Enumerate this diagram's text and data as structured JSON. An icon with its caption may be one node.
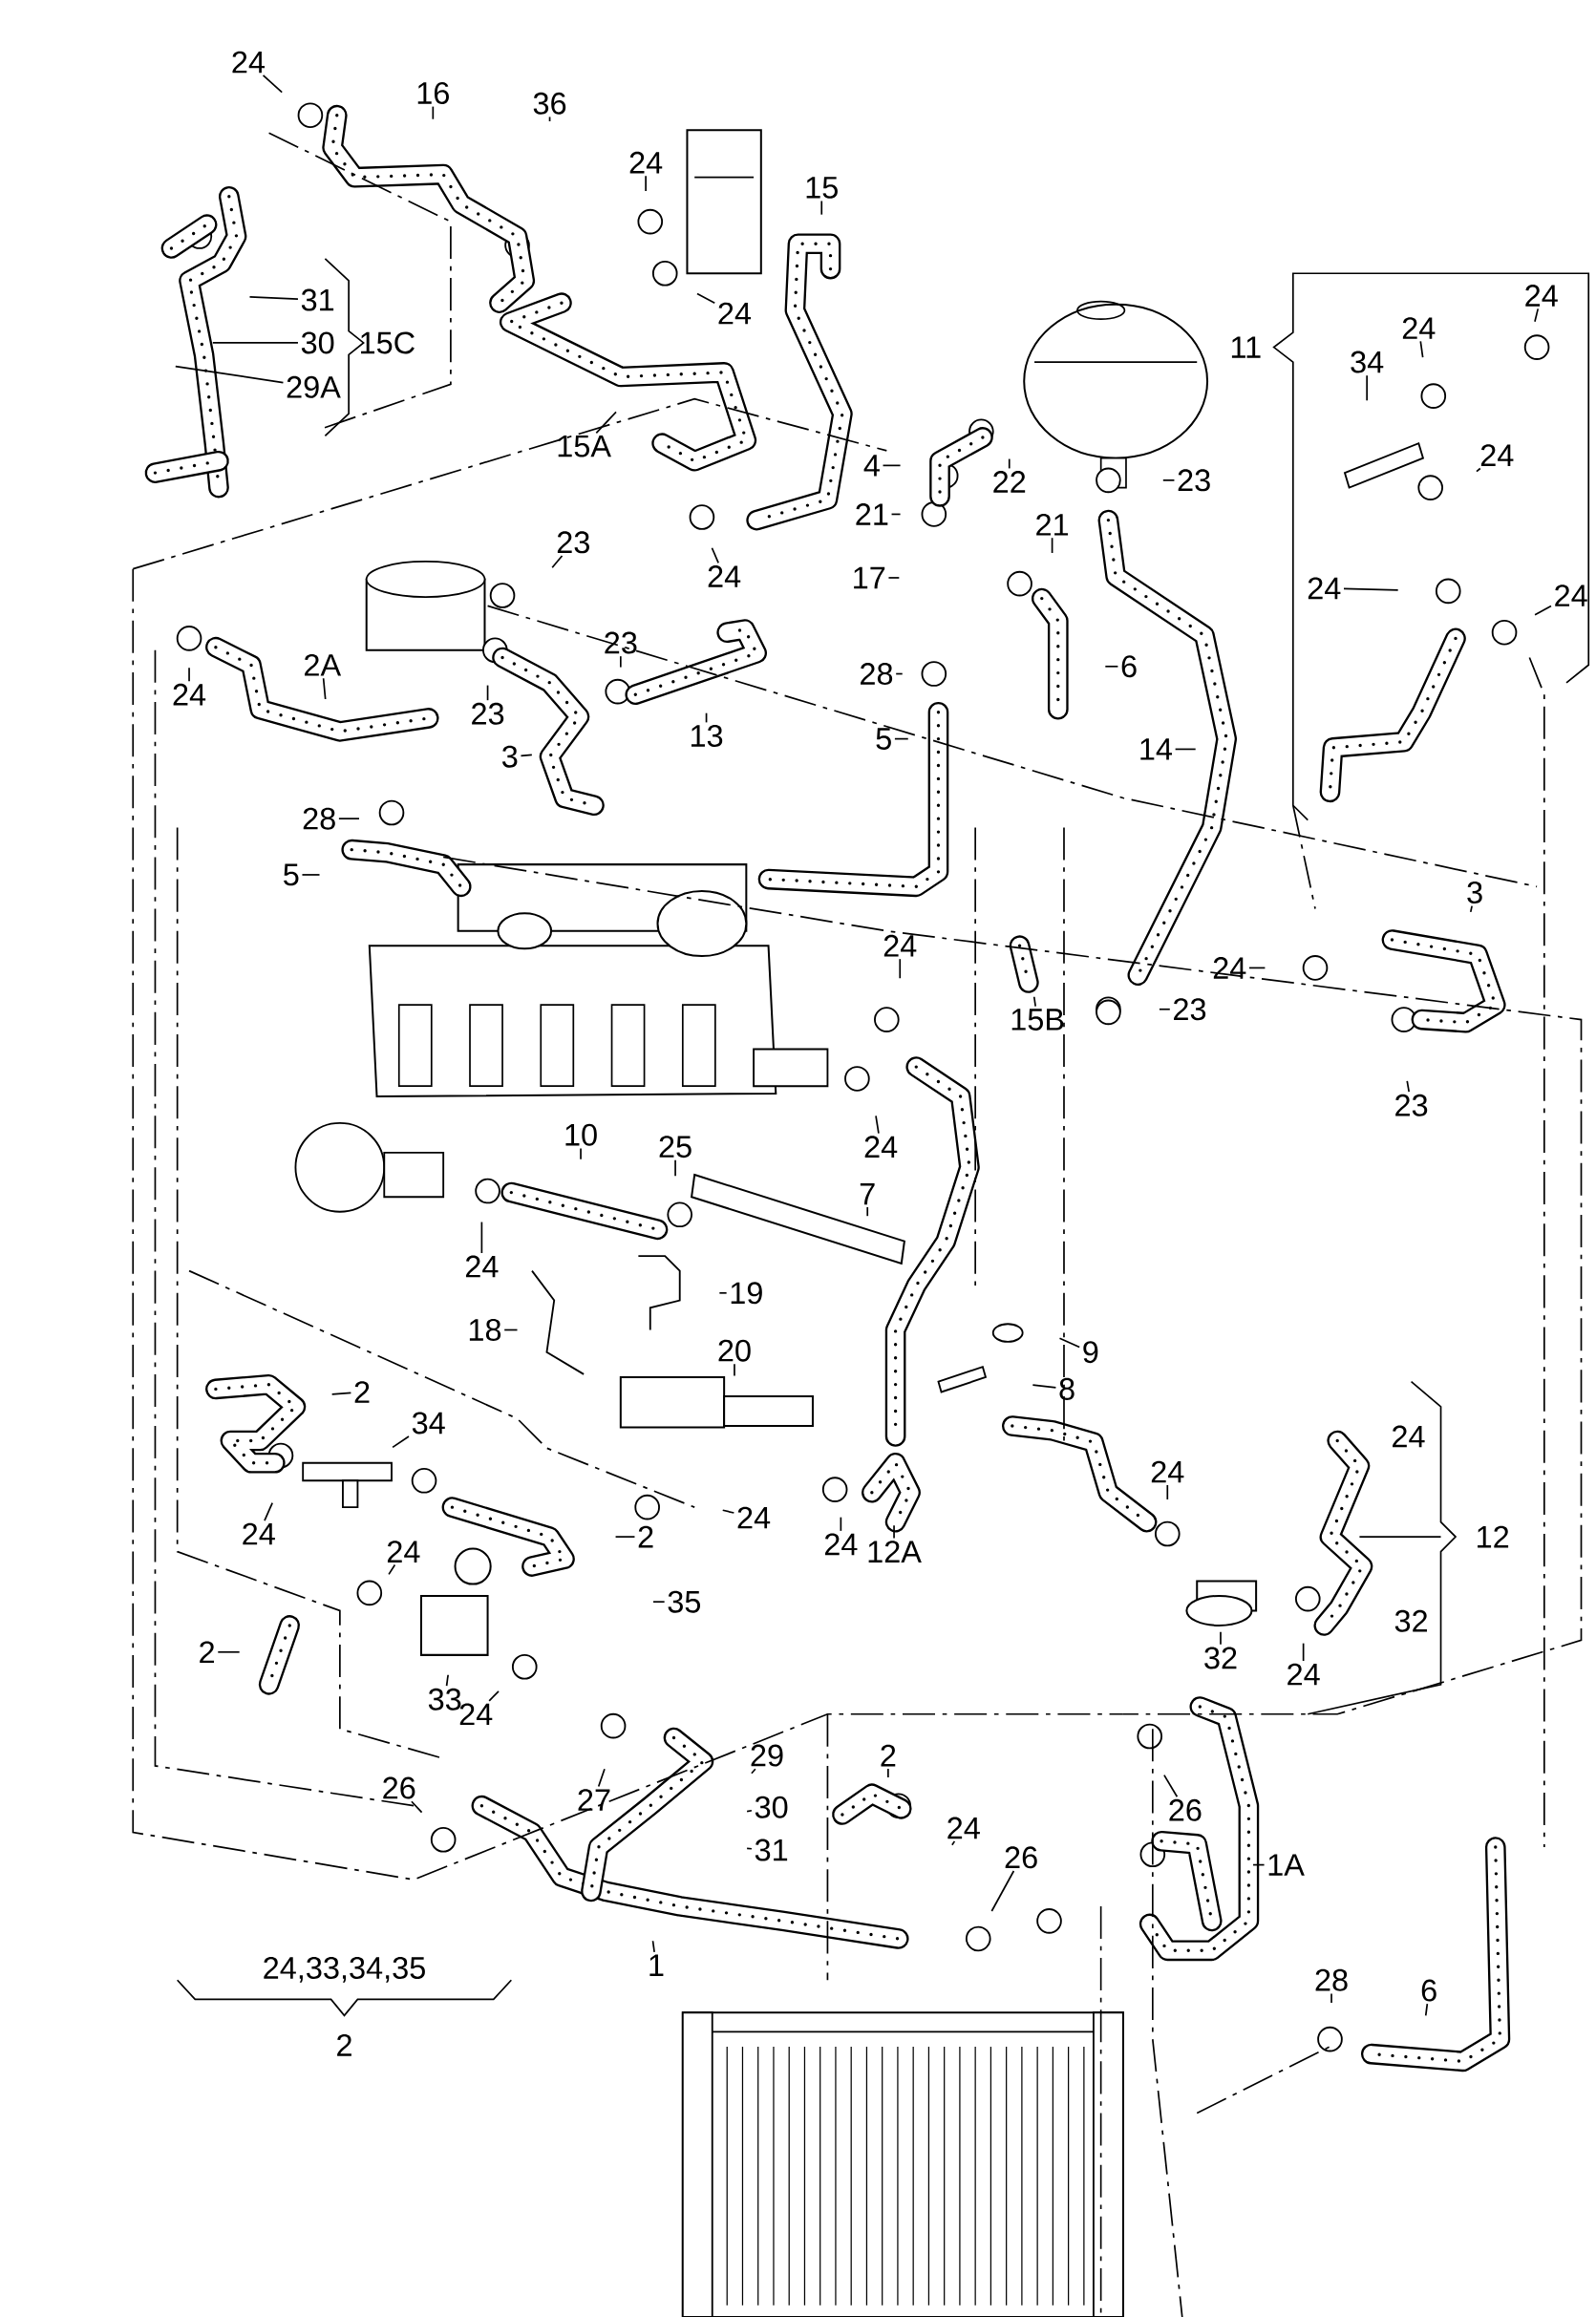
{
  "diagram": {
    "nodes": [
      {
        "text": [
          "24"
        ]
      },
      {
        "text": [
          "16"
        ]
      },
      {
        "text": [
          "36"
        ]
      },
      {
        "text": [
          "24"
        ]
      },
      {
        "text": [
          "15"
        ]
      },
      {
        "text": [
          "31"
        ]
      },
      {
        "text": [
          "30"
        ]
      },
      {
        "text": [
          "29A"
        ]
      },
      {
        "text": [
          "24"
        ]
      },
      {
        "text": [
          "24"
        ]
      },
      {
        "text": [
          "24"
        ]
      },
      {
        "text": [
          "34"
        ]
      },
      {
        "text": [
          "24"
        ]
      },
      {
        "text": [
          "15A"
        ]
      },
      {
        "text": [
          "4"
        ]
      },
      {
        "text": [
          "22"
        ]
      },
      {
        "text": [
          "23"
        ]
      },
      {
        "text": [
          "21"
        ]
      },
      {
        "text": [
          "21"
        ]
      },
      {
        "text": [
          "24"
        ]
      },
      {
        "text": [
          "23"
        ]
      },
      {
        "text": [
          "17"
        ]
      },
      {
        "text": [
          "24"
        ]
      },
      {
        "text": [
          "24"
        ]
      },
      {
        "text": [
          "24"
        ]
      },
      {
        "text": [
          "2A"
        ]
      },
      {
        "text": [
          "23"
        ]
      },
      {
        "text": [
          "28"
        ]
      },
      {
        "text": [
          "6"
        ]
      },
      {
        "text": [
          "23"
        ]
      },
      {
        "text": [
          "13"
        ]
      },
      {
        "text": [
          "5"
        ]
      },
      {
        "text": [
          "14"
        ]
      },
      {
        "text": [
          "3"
        ]
      },
      {
        "text": [
          "28"
        ]
      },
      {
        "text": [
          "5"
        ]
      },
      {
        "text": [
          "3"
        ]
      },
      {
        "text": [
          "24"
        ]
      },
      {
        "text": [
          "24"
        ]
      },
      {
        "text": [
          "23"
        ]
      },
      {
        "text": [
          "15B"
        ]
      },
      {
        "text": [
          "23"
        ]
      },
      {
        "text": [
          "24"
        ]
      },
      {
        "text": [
          "10"
        ]
      },
      {
        "text": [
          "25"
        ]
      },
      {
        "text": [
          "7"
        ]
      },
      {
        "text": [
          "24"
        ]
      },
      {
        "text": [
          "19"
        ]
      },
      {
        "text": [
          "18"
        ]
      },
      {
        "text": [
          "9"
        ]
      },
      {
        "text": [
          "20"
        ]
      },
      {
        "text": [
          "8"
        ]
      },
      {
        "text": [
          "2"
        ]
      },
      {
        "text": [
          "34"
        ]
      },
      {
        "text": [
          "24"
        ]
      },
      {
        "text": [
          "24"
        ]
      },
      {
        "text": [
          "24"
        ]
      },
      {
        "text": [
          "2"
        ]
      },
      {
        "text": [
          "24"
        ]
      },
      {
        "text": [
          "12A"
        ]
      },
      {
        "text": [
          "24"
        ]
      },
      {
        "text": [
          "35"
        ]
      },
      {
        "text": [
          "2"
        ]
      },
      {
        "text": [
          "32"
        ]
      },
      {
        "text": [
          "24"
        ]
      },
      {
        "text": [
          "33"
        ]
      },
      {
        "text": [
          "24"
        ]
      },
      {
        "text": [
          "29"
        ]
      },
      {
        "text": [
          "2"
        ]
      },
      {
        "text": [
          "27"
        ]
      },
      {
        "text": [
          "26"
        ]
      },
      {
        "text": [
          "30"
        ]
      },
      {
        "text": [
          "26"
        ]
      },
      {
        "text": [
          "24"
        ]
      },
      {
        "text": [
          "31"
        ]
      },
      {
        "text": [
          "26"
        ]
      },
      {
        "text": [
          "1A"
        ]
      },
      {
        "text": [
          "1"
        ]
      },
      {
        "text": [
          "28"
        ]
      },
      {
        "text": [
          "6"
        ]
      }
    ],
    "edges": [
      {
        "from": 0,
        "to": null,
        "arrow": "none"
      },
      {
        "from": 1,
        "to": null,
        "arrow": "none"
      },
      {
        "from": 2,
        "to": null,
        "arrow": "none"
      },
      {
        "from": 3,
        "to": null,
        "arrow": "none"
      },
      {
        "from": 4,
        "to": null,
        "arrow": "none"
      },
      {
        "from": 5,
        "to": null,
        "arrow": "none"
      },
      {
        "from": 6,
        "to": null,
        "arrow": "none"
      },
      {
        "from": 7,
        "to": null,
        "arrow": "none"
      },
      {
        "from": 8,
        "to": null,
        "arrow": "none"
      },
      {
        "from": 9,
        "to": null,
        "arrow": "none"
      },
      {
        "from": 10,
        "to": null,
        "arrow": "none"
      },
      {
        "from": 11,
        "to": null,
        "arrow": "none"
      },
      {
        "from": 12,
        "to": null,
        "arrow": "none"
      },
      {
        "from": 13,
        "to": null,
        "arrow": "none"
      },
      {
        "from": 14,
        "to": null,
        "arrow": "none"
      },
      {
        "from": 15,
        "to": null,
        "arrow": "none"
      },
      {
        "from": 16,
        "to": null,
        "arrow": "none"
      },
      {
        "from": 17,
        "to": null,
        "arrow": "none"
      },
      {
        "from": 18,
        "to": null,
        "arrow": "none"
      },
      {
        "from": 19,
        "to": null,
        "arrow": "none"
      },
      {
        "from": 20,
        "to": null,
        "arrow": "none"
      },
      {
        "from": 21,
        "to": null,
        "arrow": "none"
      },
      {
        "from": 22,
        "to": null,
        "arrow": "none"
      },
      {
        "from": 23,
        "to": null,
        "arrow": "none"
      },
      {
        "from": 24,
        "to": null,
        "arrow": "none"
      },
      {
        "from": 25,
        "to": null,
        "arrow": "none"
      },
      {
        "from": 26,
        "to": null,
        "arrow": "none"
      },
      {
        "from": 27,
        "to": null,
        "arrow": "none"
      },
      {
        "from": 28,
        "to": null,
        "arrow": "none"
      },
      {
        "from": 29,
        "to": null,
        "arrow": "none"
      },
      {
        "from": 30,
        "to": null,
        "arrow": "none"
      },
      {
        "from": 31,
        "to": null,
        "arrow": "none"
      },
      {
        "from": 32,
        "to": null,
        "arrow": "none"
      },
      {
        "from": 33,
        "to": null,
        "arrow": "none"
      },
      {
        "from": 34,
        "to": null,
        "arrow": "none"
      },
      {
        "from": 35,
        "to": null,
        "arrow": "none"
      },
      {
        "from": 36,
        "to": null,
        "arrow": "none"
      },
      {
        "from": 37,
        "to": null,
        "arrow": "none"
      },
      {
        "from": 38,
        "to": null,
        "arrow": "none"
      },
      {
        "from": 39,
        "to": null,
        "arrow": "none"
      },
      {
        "from": 40,
        "to": null,
        "arrow": "none"
      },
      {
        "from": 41,
        "to": null,
        "arrow": "none"
      },
      {
        "from": 42,
        "to": null,
        "arrow": "none"
      },
      {
        "from": 43,
        "to": null,
        "arrow": "none"
      },
      {
        "from": 44,
        "to": null,
        "arrow": "none"
      },
      {
        "from": 45,
        "to": null,
        "arrow": "none"
      },
      {
        "from": 46,
        "to": null,
        "arrow": "none"
      },
      {
        "from": 47,
        "to": null,
        "arrow": "none"
      },
      {
        "from": 48,
        "to": null,
        "arrow": "none"
      },
      {
        "from": 49,
        "to": null,
        "arrow": "none"
      },
      {
        "from": 50,
        "to": null,
        "arrow": "none"
      },
      {
        "from": 51,
        "to": null,
        "arrow": "none"
      },
      {
        "from": 52,
        "to": null,
        "arrow": "none"
      },
      {
        "from": 53,
        "to": null,
        "arrow": "none"
      },
      {
        "from": 54,
        "to": null,
        "arrow": "none"
      },
      {
        "from": 55,
        "to": null,
        "arrow": "none"
      },
      {
        "from": 56,
        "to": null,
        "arrow": "none"
      },
      {
        "from": 57,
        "to": null,
        "arrow": "none"
      },
      {
        "from": 58,
        "to": null,
        "arrow": "none"
      },
      {
        "from": 59,
        "to": null,
        "arrow": "none"
      },
      {
        "from": 60,
        "to": null,
        "arrow": "none"
      },
      {
        "from": 61,
        "to": null,
        "arrow": "none"
      },
      {
        "from": 62,
        "to": null,
        "arrow": "none"
      },
      {
        "from": 63,
        "to": null,
        "arrow": "none"
      },
      {
        "from": 64,
        "to": null,
        "arrow": "none"
      },
      {
        "from": 65,
        "to": null,
        "arrow": "none"
      },
      {
        "from": 66,
        "to": null,
        "arrow": "none"
      },
      {
        "from": 67,
        "to": null,
        "arrow": "none"
      },
      {
        "from": 68,
        "to": null,
        "arrow": "none"
      },
      {
        "from": 69,
        "to": null,
        "arrow": "none"
      },
      {
        "from": 70,
        "to": null,
        "arrow": "none"
      },
      {
        "from": 71,
        "to": null,
        "arrow": "none"
      },
      {
        "from": 72,
        "to": null,
        "arrow": "none"
      },
      {
        "from": 73,
        "to": null,
        "arrow": "none"
      },
      {
        "from": 74,
        "to": null,
        "arrow": "none"
      },
      {
        "from": 75,
        "to": null,
        "arrow": "none"
      },
      {
        "from": 76,
        "to": null,
        "arrow": "none"
      },
      {
        "from": 77,
        "to": null,
        "arrow": "none"
      },
      {
        "from": 78,
        "to": null,
        "arrow": "none"
      },
      {
        "from": 79,
        "to": null,
        "arrow": "none"
      }
    ],
    "labels": [
      "15C",
      "11",
      "24",
      "12",
      "32",
      "24,33,34,35",
      "2"
    ]
  }
}
